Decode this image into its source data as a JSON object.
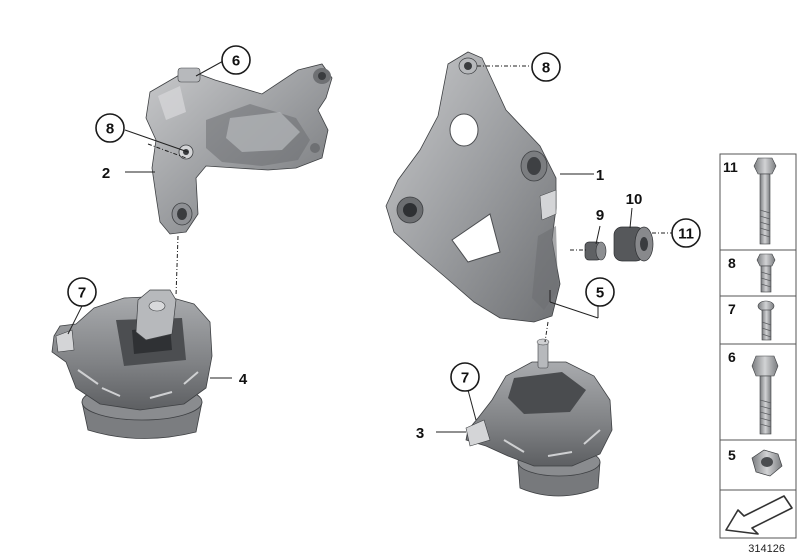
{
  "callouts": {
    "c6": "6",
    "c8a": "8",
    "c2": "2",
    "c7a": "7",
    "c4": "4",
    "c8b": "8",
    "c1": "1",
    "c10": "10",
    "c9": "9",
    "c11": "11",
    "c5": "5",
    "c7b": "7",
    "c3": "3"
  },
  "sidebar": {
    "items": [
      {
        "label": "11"
      },
      {
        "label": "8"
      },
      {
        "label": "7"
      },
      {
        "label": "6"
      },
      {
        "label": "5"
      }
    ]
  },
  "reference_number": "314126",
  "colors": {
    "metal": "#8e9094",
    "frame": "#555555"
  }
}
